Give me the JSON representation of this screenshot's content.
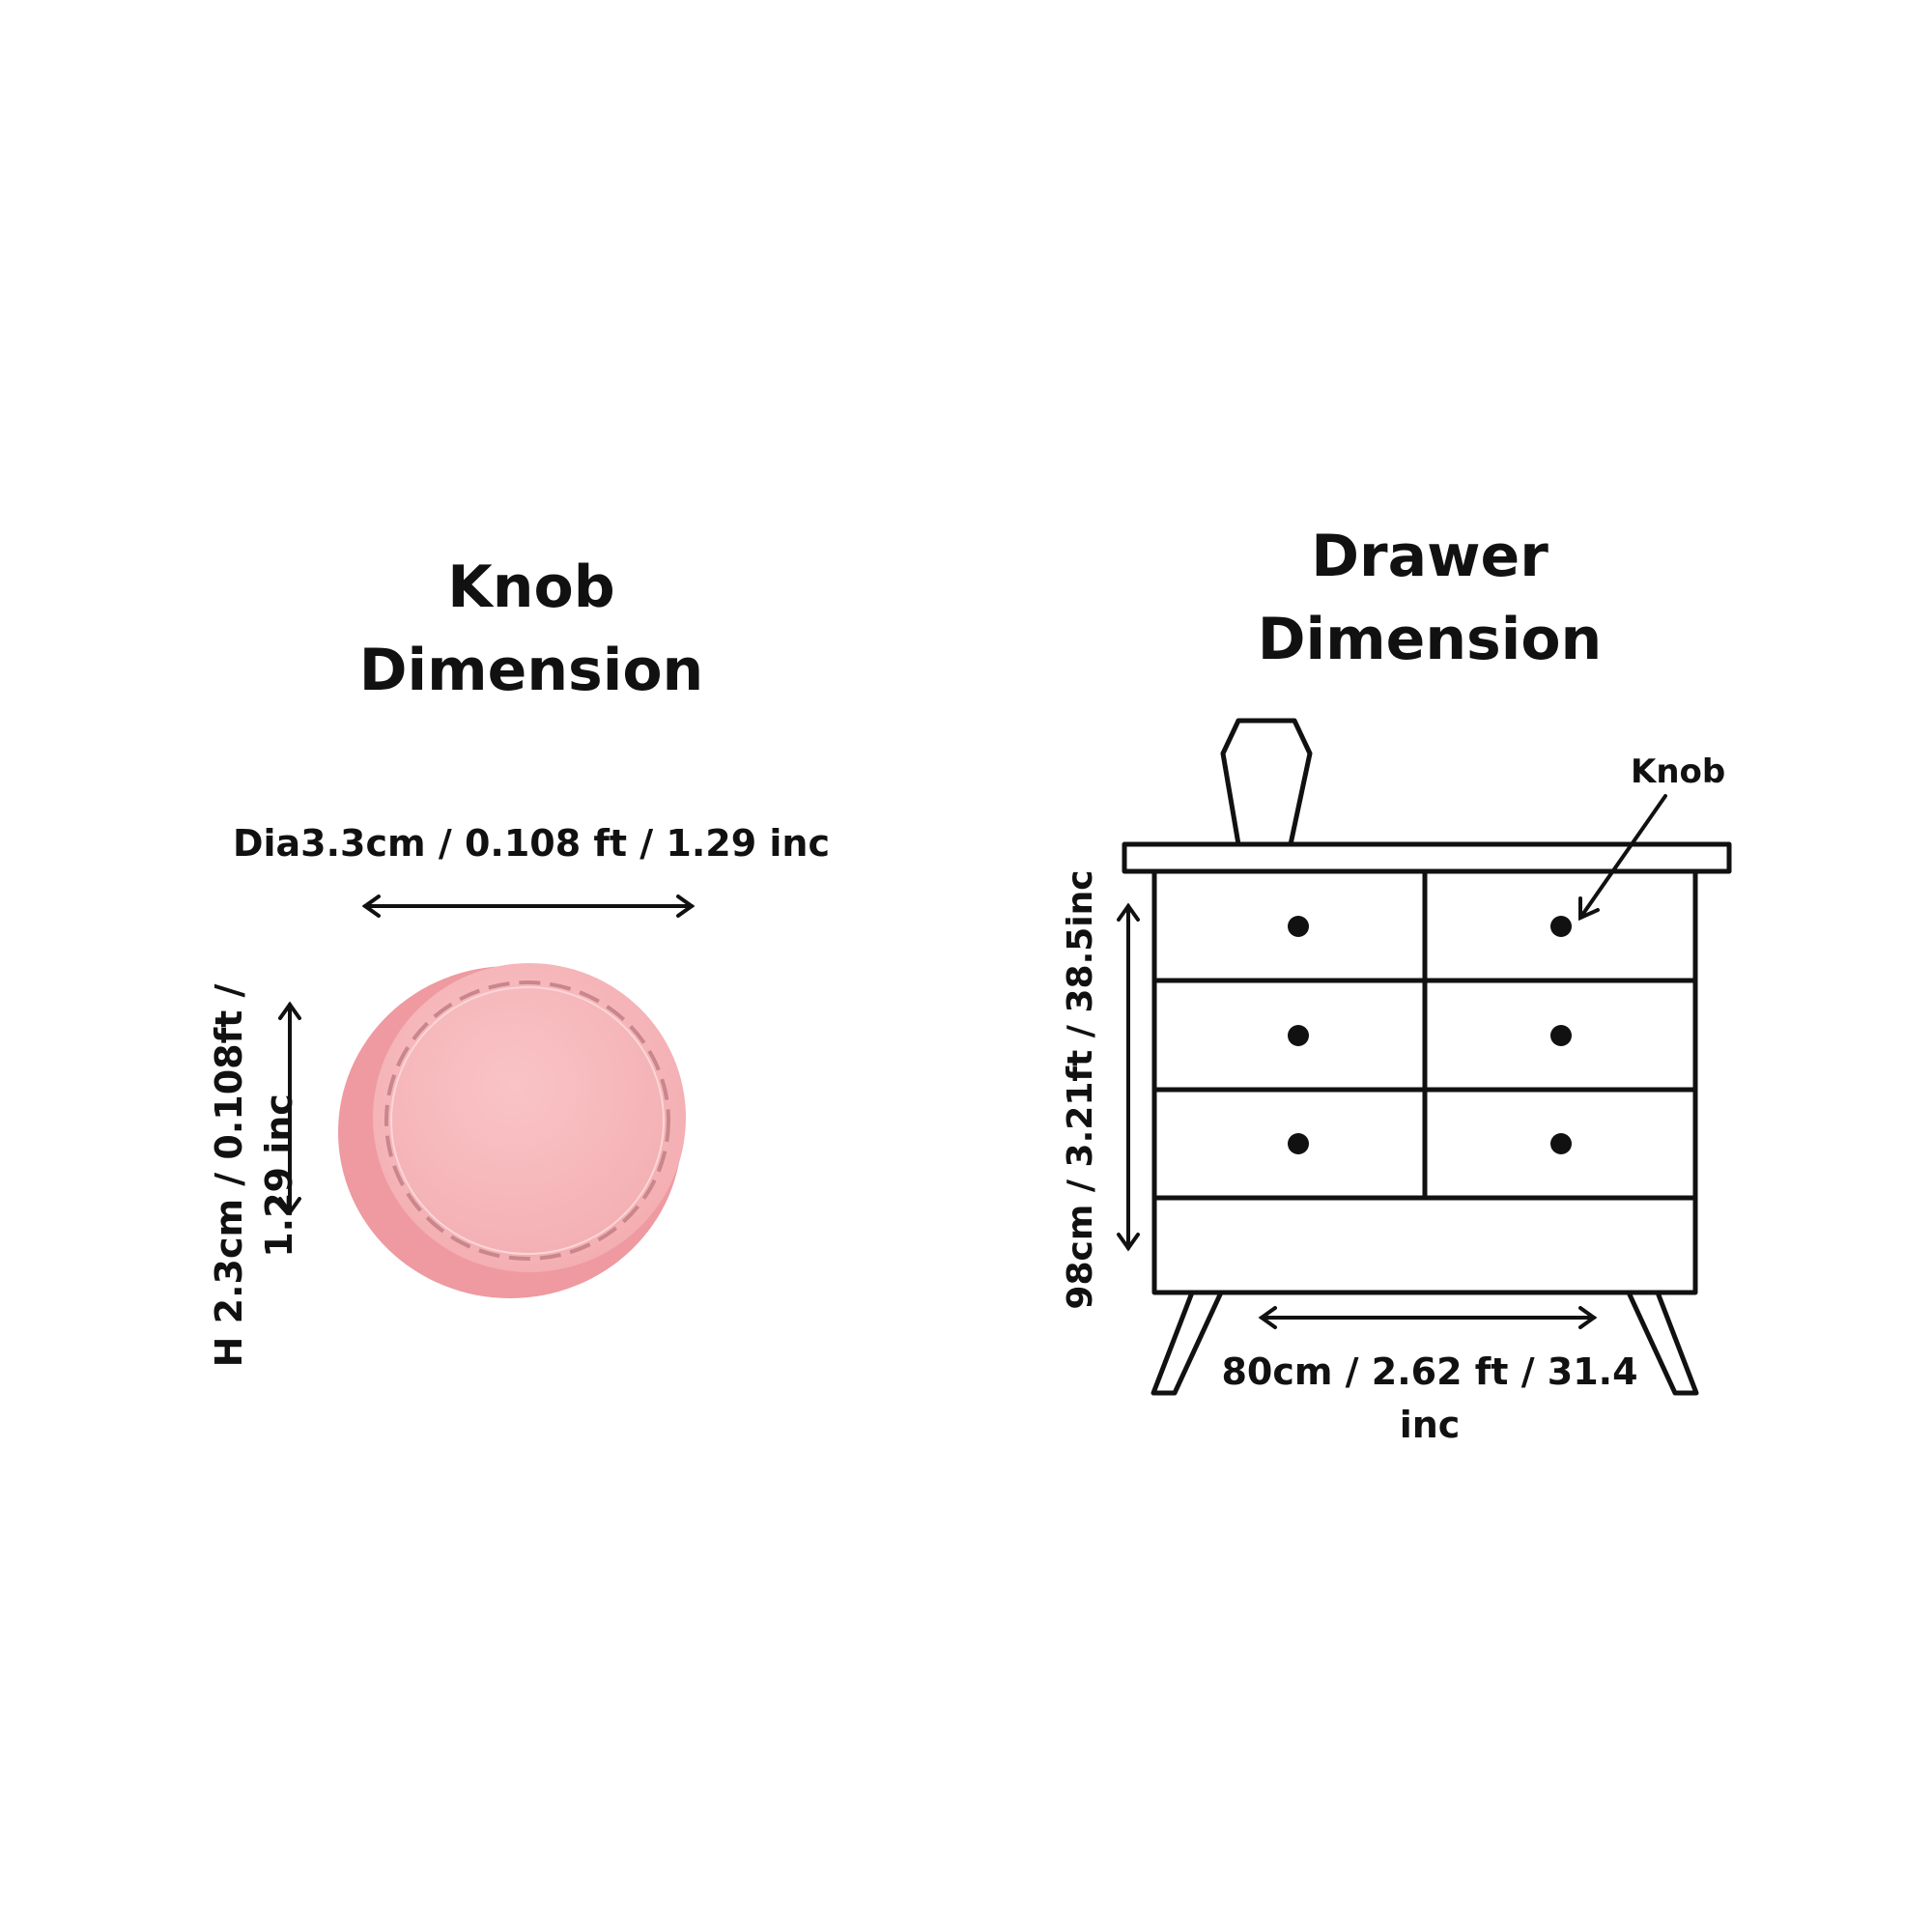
{
  "knob_section": {
    "heading_line1": "Knob",
    "heading_line2": "Dimension",
    "diameter_label": "Dia3.3cm / 0.108 ft / 1.29 inc",
    "height_label_line1": "H 2.3cm / 0.108ft /",
    "height_label_line2": "1.29 inc",
    "knob_color": "#f4a9ad",
    "knob_face_color": "#f7b9bc",
    "stitch_color": "#c9868b"
  },
  "drawer_section": {
    "heading_line1": "Drawer",
    "heading_line2": "Dimension",
    "height_label": "98cm / 3.21ft / 38.5inc",
    "width_label_line1": "80cm / 2.62 ft / 31.4",
    "width_label_line2": "inc",
    "knob_callout": "Knob"
  }
}
